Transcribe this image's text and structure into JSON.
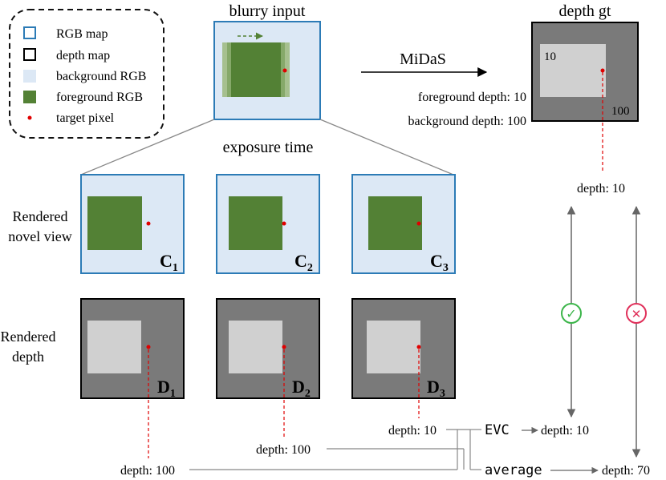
{
  "legend": {
    "rgb_map": "RGB map",
    "depth_map": "depth map",
    "background_rgb": "background RGB",
    "foreground_rgb": "foreground RGB",
    "target_pixel": "target pixel"
  },
  "blurry_input": {
    "title": "blurry input"
  },
  "exposure_time": "exposure time",
  "midas": {
    "label": "MiDaS",
    "foreground_depth": "foreground depth: 10",
    "background_depth": "background depth: 100"
  },
  "depth_gt": {
    "title": "depth gt",
    "fg_value": "10",
    "bg_value": "100"
  },
  "rows": {
    "rgb_label_line1": "Rendered",
    "rgb_label_line2": "novel view",
    "depth_label_line1": "Rendered",
    "depth_label_line2": "depth"
  },
  "views": [
    {
      "rgb_sym": "C",
      "depth_sym": "D",
      "sub": "1"
    },
    {
      "rgb_sym": "C",
      "depth_sym": "D",
      "sub": "2"
    },
    {
      "rgb_sym": "C",
      "depth_sym": "D",
      "sub": "3"
    }
  ],
  "depth_readouts": {
    "d1": "depth: 100",
    "d2": "depth: 100",
    "d3": "depth: 10",
    "gt": "depth: 10"
  },
  "evc": {
    "label": "EVC",
    "result": "depth: 10"
  },
  "average": {
    "label": "average",
    "result": "depth: 70"
  },
  "marks": {
    "check": "✓",
    "cross": "✕"
  },
  "colors": {
    "rgb_border": "#2c7bb6",
    "bg_rgb": "#dce8f5",
    "fg_rgb": "#538135",
    "depth_bg": "#7a7a7a",
    "depth_fg": "#d0d0d0",
    "target": "#e00000",
    "check": "#3cb54a",
    "cross": "#e0305a"
  }
}
